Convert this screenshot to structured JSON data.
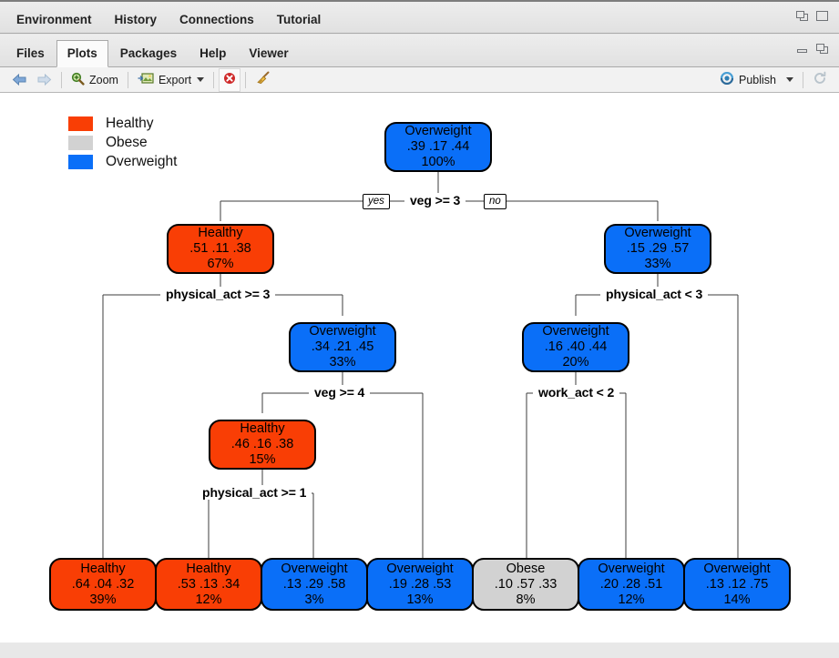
{
  "window": {
    "top_tabs": [
      {
        "label": "Environment",
        "active": false
      },
      {
        "label": "History",
        "active": false
      },
      {
        "label": "Connections",
        "active": false
      },
      {
        "label": "Tutorial",
        "active": false
      }
    ],
    "bottom_tabs": [
      {
        "label": "Files",
        "active": false
      },
      {
        "label": "Plots",
        "active": true
      },
      {
        "label": "Packages",
        "active": false
      },
      {
        "label": "Help",
        "active": false
      },
      {
        "label": "Viewer",
        "active": false
      }
    ]
  },
  "toolbar": {
    "back_icon": "back-arrow-icon",
    "forward_icon": "forward-arrow-icon",
    "zoom_label": "Zoom",
    "zoom_icon": "magnifier-icon",
    "export_label": "Export",
    "export_icon": "export-image-icon",
    "remove_icon": "remove-plot-icon",
    "clear_icon": "clear-all-plots-broom-icon",
    "publish_label": "Publish",
    "publish_icon": "publish-icon",
    "refresh_icon": "refresh-icon"
  },
  "chart_data": {
    "type": "tree",
    "title": "",
    "legend": {
      "position": "top-left",
      "entries": [
        {
          "label": "Healthy",
          "color": "#F93E05"
        },
        {
          "label": "Obese",
          "color": "#D2D2D2"
        },
        {
          "label": "Overweight",
          "color": "#0A6FF8"
        }
      ]
    },
    "class_order": [
      "Healthy",
      "Obese",
      "Overweight"
    ],
    "nodes": [
      {
        "id": "n1",
        "label": "Overweight",
        "probs": ".39 .17 .44",
        "pct": "100%",
        "fill": "#0A6FF8"
      },
      {
        "id": "n2",
        "label": "Healthy",
        "probs": ".51 .11 .38",
        "pct": "67%",
        "fill": "#F93E05"
      },
      {
        "id": "n3",
        "label": "Overweight",
        "probs": ".15 .29 .57",
        "pct": "33%",
        "fill": "#0A6FF8"
      },
      {
        "id": "n4",
        "label": "Overweight",
        "probs": ".34 .21 .45",
        "pct": "33%",
        "fill": "#0A6FF8"
      },
      {
        "id": "n5",
        "label": "Overweight",
        "probs": ".16 .40 .44",
        "pct": "20%",
        "fill": "#0A6FF8"
      },
      {
        "id": "n6",
        "label": "Healthy",
        "probs": ".46 .16 .38",
        "pct": "15%",
        "fill": "#F93E05"
      },
      {
        "id": "n7",
        "label": "Healthy",
        "probs": ".64 .04 .32",
        "pct": "39%",
        "fill": "#F93E05"
      },
      {
        "id": "n8",
        "label": "Healthy",
        "probs": ".53 .13 .34",
        "pct": "12%",
        "fill": "#F93E05"
      },
      {
        "id": "n9",
        "label": "Overweight",
        "probs": ".13 .29 .58",
        "pct": "3%",
        "fill": "#0A6FF8"
      },
      {
        "id": "n10",
        "label": "Overweight",
        "probs": ".19 .28 .53",
        "pct": "13%",
        "fill": "#0A6FF8"
      },
      {
        "id": "n11",
        "label": "Obese",
        "probs": ".10 .57 .33",
        "pct": "8%",
        "fill": "#D2D2D2"
      },
      {
        "id": "n12",
        "label": "Overweight",
        "probs": ".20 .28 .51",
        "pct": "12%",
        "fill": "#0A6FF8"
      },
      {
        "id": "n13",
        "label": "Overweight",
        "probs": ".13 .12 .75",
        "pct": "14%",
        "fill": "#0A6FF8"
      }
    ],
    "splits": [
      {
        "id": "s1",
        "text": "veg >= 3"
      },
      {
        "id": "s2",
        "text": "physical_act >= 3"
      },
      {
        "id": "s3",
        "text": "physical_act < 3"
      },
      {
        "id": "s4",
        "text": "veg >= 4"
      },
      {
        "id": "s5",
        "text": "work_act < 2"
      },
      {
        "id": "s6",
        "text": "physical_act >= 1"
      }
    ],
    "branch_flags": [
      {
        "id": "yes",
        "text": "yes"
      },
      {
        "id": "no",
        "text": "no"
      }
    ]
  }
}
